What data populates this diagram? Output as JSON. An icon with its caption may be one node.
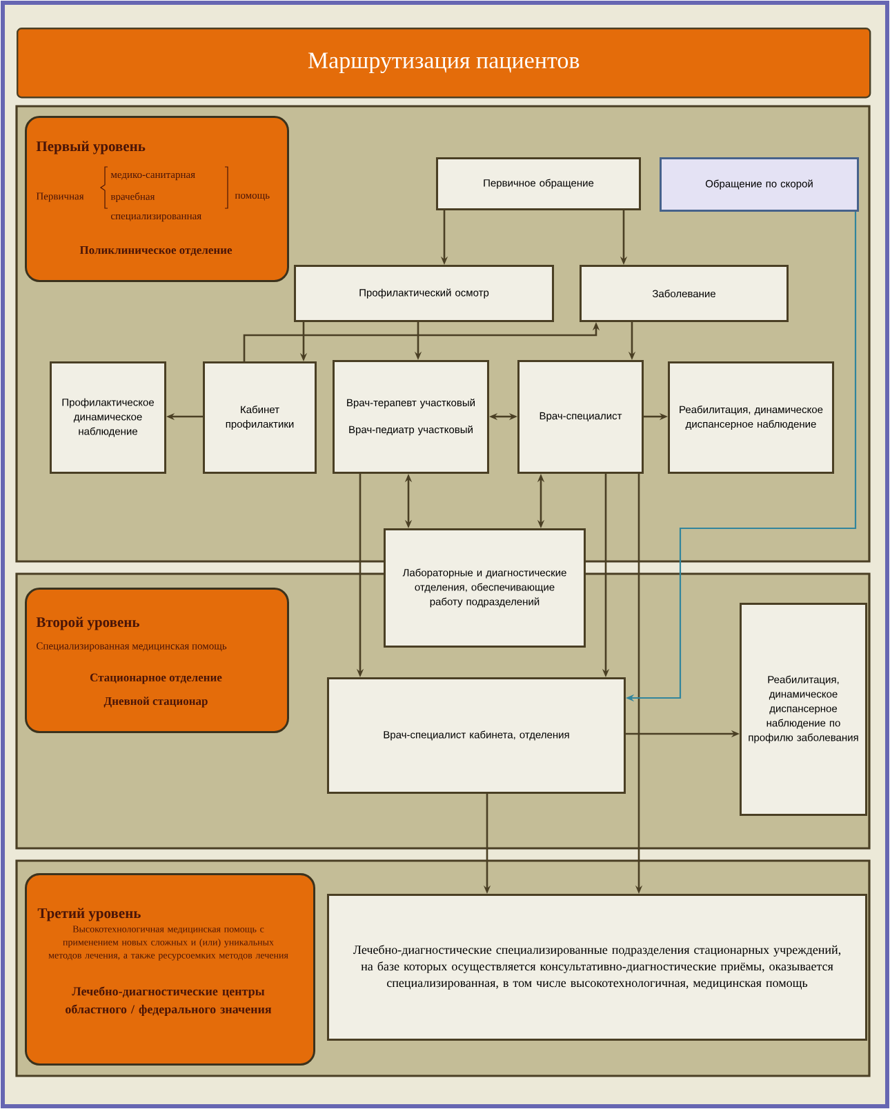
{
  "diagram": {
    "title": "Маршрутизация пациентов",
    "nodes": [
      {
        "text": [
          "Первый уровень",
          "Первичная",
          "медико-санитарная",
          "врачебная",
          "специализированная",
          "помощь",
          "Поликлиническое отделение"
        ]
      },
      {
        "text": [
          "Первичное обращение"
        ]
      },
      {
        "text": [
          "Обращение по скорой"
        ]
      },
      {
        "text": [
          "Профилактический осмотр"
        ]
      },
      {
        "text": [
          "Заболевание"
        ]
      },
      {
        "text": [
          "Профилактическое динамическое наблюдение"
        ]
      },
      {
        "text": [
          "Кабинет профилактики"
        ]
      },
      {
        "text": [
          "Врач-терапевт участковый",
          "Врач-педиатр участковый"
        ]
      },
      {
        "text": [
          "Врач-специалист"
        ]
      },
      {
        "text": [
          "Реабилитация, динамическое диспансерное наблюдение"
        ]
      },
      {
        "text": [
          "Лабораторные и диагностические отделения, обеспечивающие работу подразделений"
        ]
      },
      {
        "text": [
          "Второй уровень",
          "Специализированная медицинская помощь",
          "Стационарное отделение",
          "Дневной стационар"
        ]
      },
      {
        "text": [
          "Реабилитация, динамическое диспансерное наблюдение по профилю заболевания"
        ]
      },
      {
        "text": [
          "Врач-специалист кабинета, отделения"
        ]
      },
      {
        "text": [
          "Третий уровень",
          "Высокотехнологичная медицинская помощь с применением новых сложных и (или) уникальных методов лечения, а также ресурсоемких методов лечения",
          "Лечебно-диагностические центры областного / федерального значения"
        ]
      },
      {
        "text": [
          "Лечебно-диагностические специализированные подразделения стационарных учреждений, на базе которых осуществляется консультативно-диагностические приёмы, оказывается специализированная, в том числе высокотехнологичная, медицинская помощь"
        ]
      }
    ],
    "edges": [
      {
        "from": 1,
        "to": 3,
        "arrow": "to"
      },
      {
        "from": 1,
        "to": 4,
        "arrow": "to"
      },
      {
        "from": 3,
        "to": 6,
        "arrow": "to"
      },
      {
        "from": 3,
        "to": 7,
        "arrow": "to"
      },
      {
        "from": 6,
        "to": 4,
        "arrow": "to"
      },
      {
        "from": 4,
        "to": 8,
        "arrow": "to"
      },
      {
        "from": 6,
        "to": 5,
        "arrow": "to"
      },
      {
        "from": 7,
        "to": 8,
        "arrow": "both"
      },
      {
        "from": 8,
        "to": 9,
        "arrow": "to"
      },
      {
        "from": 7,
        "to": 10,
        "arrow": "both"
      },
      {
        "from": 8,
        "to": 10,
        "arrow": "both"
      },
      {
        "from": 7,
        "to": 13,
        "arrow": "to"
      },
      {
        "from": 8,
        "to": 13,
        "arrow": "to"
      },
      {
        "from": 8,
        "to": 15,
        "arrow": "to"
      },
      {
        "from": 2,
        "to": 13,
        "arrow": "to",
        "color": "#31859c"
      },
      {
        "from": 13,
        "to": 12,
        "arrow": "to"
      },
      {
        "from": 13,
        "to": 15,
        "arrow": "to"
      }
    ]
  }
}
